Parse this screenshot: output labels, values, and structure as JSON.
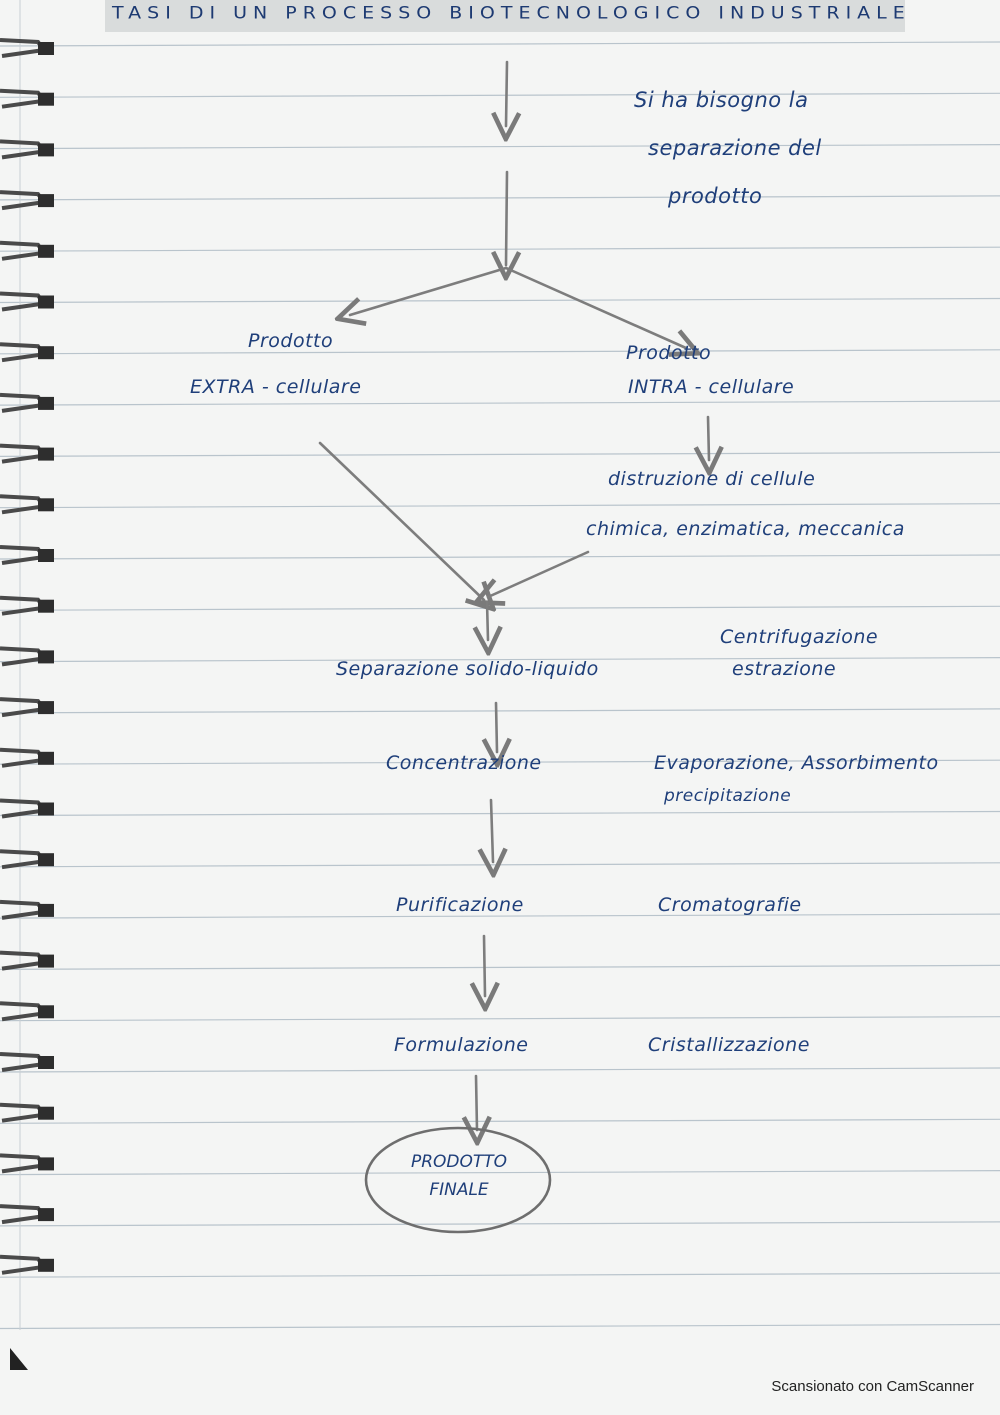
{
  "title": "TASI DI UN PROCESSO BIOTECNOLOGICO INDUSTRIALE",
  "note": {
    "line1": "Si ha bisogno la",
    "line2": "separazione del",
    "line3": "prodotto"
  },
  "branch_left": {
    "line1": "Prodotto",
    "line2": "EXTRA - cellulare"
  },
  "branch_right": {
    "line1": "Prodotto",
    "line2": "INTRA - cellulare"
  },
  "cell_disruption": {
    "line1": "distruzione di cellule",
    "line2": "chimica, enzimatica, meccanica"
  },
  "steps": [
    {
      "label": "Separazione solido-liquido",
      "methods": [
        "Centrifugazione",
        "estrazione"
      ]
    },
    {
      "label": "Concentrazione",
      "methods": [
        "Evaporazione, Assorbimento",
        "precipitazione"
      ]
    },
    {
      "label": "Purificazione",
      "methods": [
        "Cromatografie"
      ]
    },
    {
      "label": "Formulazione",
      "methods": [
        "Cristallizzazione"
      ]
    }
  ],
  "final": {
    "line1": "PRODOTTO",
    "line2": "FINALE"
  },
  "watermark": "Scansionato con CamScanner",
  "colors": {
    "ink": "#1f3f7a",
    "pencil": "#7a7a7a",
    "rule": "#b9c4cc",
    "paper": "#f4f5f4"
  }
}
